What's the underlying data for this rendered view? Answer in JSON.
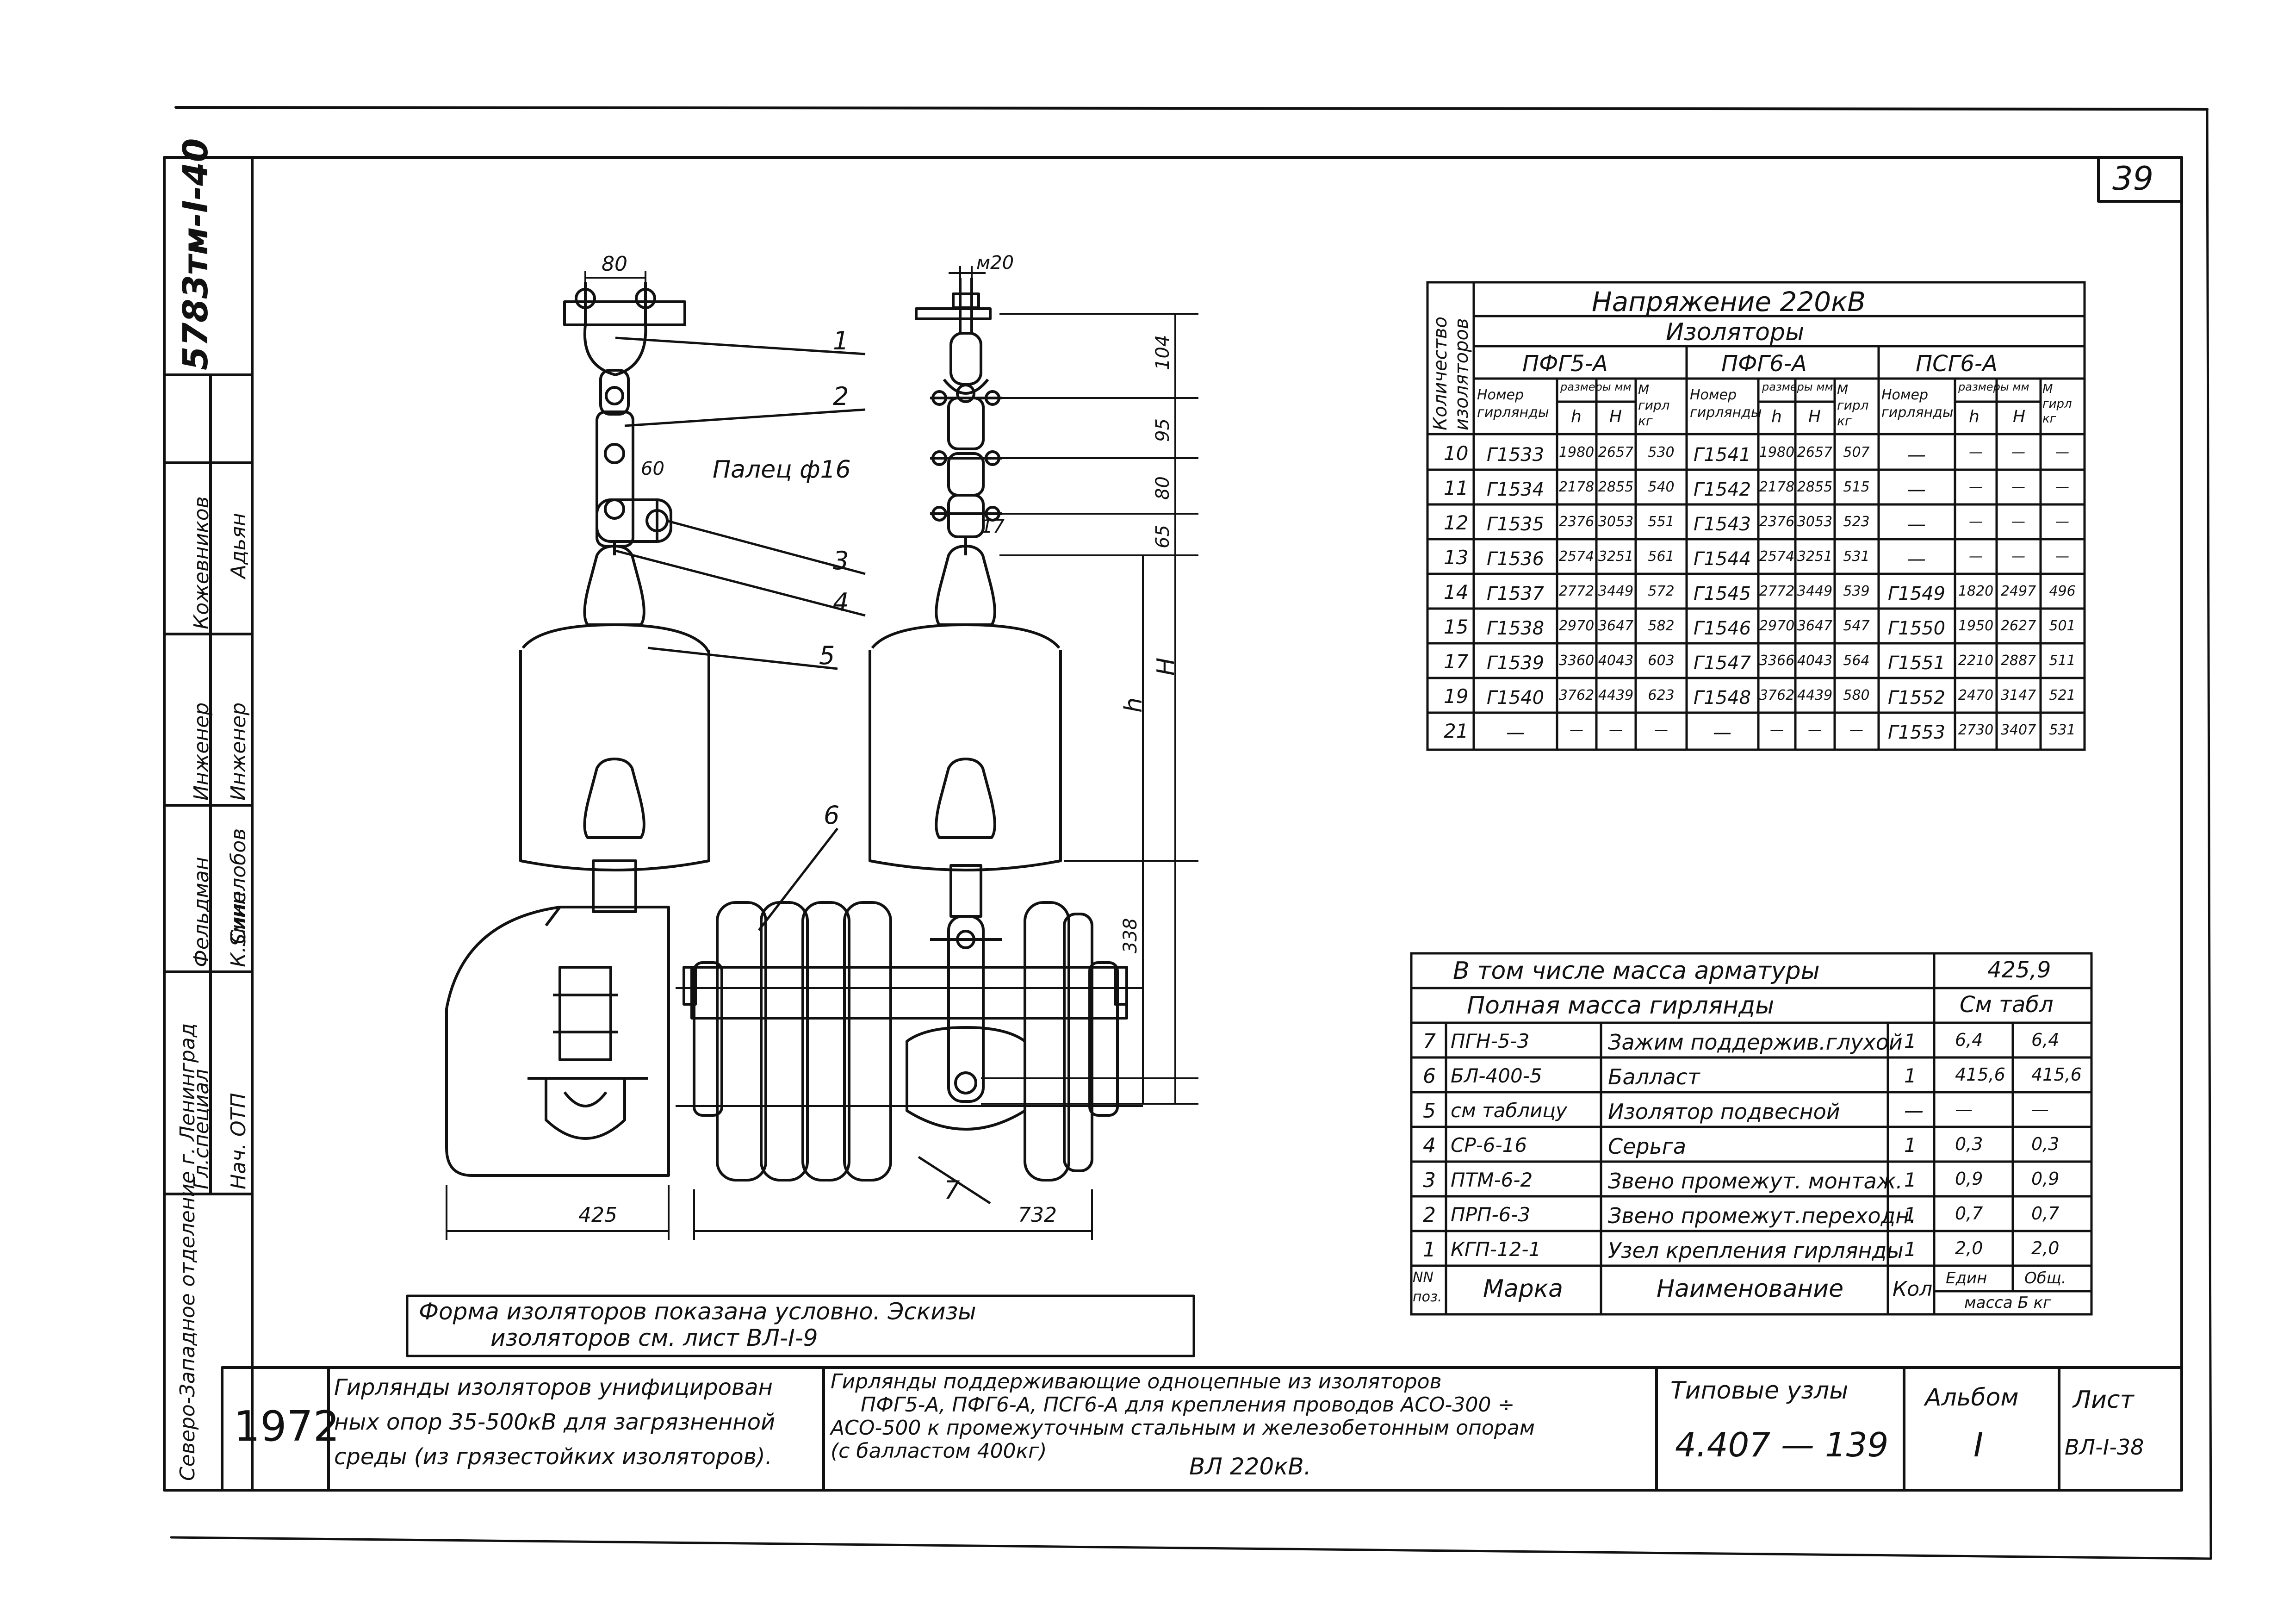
{
  "sheet_number": "39",
  "drawing_code": "5783тм-I-40",
  "signatures": {
    "roles": [
      "Гл.специал",
      "Нач. ОТП",
      "Инженер",
      "Инженер"
    ],
    "names": [
      "К.Sмин",
      "Фельдман",
      "Синелобов",
      "Кожевников",
      "Адьян"
    ],
    "organization": "Северо-Западное отделение г. Ленинград"
  },
  "drawing": {
    "positions": [
      "1",
      "2",
      "3",
      "4",
      "5",
      "6",
      "7"
    ],
    "finger_label": "Палец ф16",
    "dim_top_width": "80",
    "dim_60": "60",
    "dim_m20": "м20",
    "dim_17": "17",
    "dim_vertical": [
      "104",
      "95",
      "80",
      "65",
      "h",
      "H",
      "338"
    ],
    "dim_bottom_left": "425",
    "dim_bottom_right": "732"
  },
  "insulator_table": {
    "voltage": "Напряжение 220кВ",
    "section_title": "Изоляторы",
    "count_header": "Количество изоляторов",
    "types": [
      "ПФГ5-А",
      "ПФГ6-А",
      "ПСГ6-А"
    ],
    "sub_headers": {
      "number": "Номер гирлянды",
      "dims": "размеры мм",
      "h": "h",
      "H": "H",
      "mass": "М гирл кг"
    },
    "rows": [
      {
        "n": "10",
        "c": [
          "Г1533",
          "1980",
          "2657",
          "530",
          "Г1541",
          "1980",
          "2657",
          "507",
          "—",
          "—",
          "—",
          "—"
        ]
      },
      {
        "n": "11",
        "c": [
          "Г1534",
          "2178",
          "2855",
          "540",
          "Г1542",
          "2178",
          "2855",
          "515",
          "—",
          "—",
          "—",
          "—"
        ]
      },
      {
        "n": "12",
        "c": [
          "Г1535",
          "2376",
          "3053",
          "551",
          "Г1543",
          "2376",
          "3053",
          "523",
          "—",
          "—",
          "—",
          "—"
        ]
      },
      {
        "n": "13",
        "c": [
          "Г1536",
          "2574",
          "3251",
          "561",
          "Г1544",
          "2574",
          "3251",
          "531",
          "—",
          "—",
          "—",
          "—"
        ]
      },
      {
        "n": "14",
        "c": [
          "Г1537",
          "2772",
          "3449",
          "572",
          "Г1545",
          "2772",
          "3449",
          "539",
          "Г1549",
          "1820",
          "2497",
          "496"
        ]
      },
      {
        "n": "15",
        "c": [
          "Г1538",
          "2970",
          "3647",
          "582",
          "Г1546",
          "2970",
          "3647",
          "547",
          "Г1550",
          "1950",
          "2627",
          "501"
        ]
      },
      {
        "n": "17",
        "c": [
          "Г1539",
          "3360",
          "4043",
          "603",
          "Г1547",
          "3366",
          "4043",
          "564",
          "Г1551",
          "2210",
          "2887",
          "511"
        ]
      },
      {
        "n": "19",
        "c": [
          "Г1540",
          "3762",
          "4439",
          "623",
          "Г1548",
          "3762",
          "4439",
          "580",
          "Г1552",
          "2470",
          "3147",
          "521"
        ]
      },
      {
        "n": "21",
        "c": [
          "—",
          "—",
          "—",
          "—",
          "—",
          "—",
          "—",
          "—",
          "Г1553",
          "2730",
          "3407",
          "531"
        ]
      }
    ]
  },
  "parts_table": {
    "armature_mass_label": "В том числе масса арматуры",
    "armature_mass_value": "425,9",
    "full_mass_label": "Полная масса гирлянды",
    "full_mass_value": "См табл",
    "rows": [
      {
        "pos": "7",
        "mark": "ПГН-5-3",
        "name": "Зажим поддержив.глухой",
        "qty": "1",
        "unit": "6,4",
        "total": "6,4"
      },
      {
        "pos": "6",
        "mark": "БЛ-400-5",
        "name": "Балласт",
        "qty": "1",
        "unit": "415,6",
        "total": "415,6"
      },
      {
        "pos": "5",
        "mark": "см таблицу",
        "name": "Изолятор подвесной",
        "qty": "—",
        "unit": "—",
        "total": "—"
      },
      {
        "pos": "4",
        "mark": "СР-6-16",
        "name": "Серьга",
        "qty": "1",
        "unit": "0,3",
        "total": "0,3"
      },
      {
        "pos": "3",
        "mark": "ПТМ-6-2",
        "name": "Звено промежут. монтаж.",
        "qty": "1",
        "unit": "0,9",
        "total": "0,9"
      },
      {
        "pos": "2",
        "mark": "ПРП-6-3",
        "name": "Звено промежут.переходн.",
        "qty": "1",
        "unit": "0,7",
        "total": "0,7"
      },
      {
        "pos": "1",
        "mark": "КГП-12-1",
        "name": "Узел крепления гирлянды",
        "qty": "1",
        "unit": "2,0",
        "total": "2,0"
      }
    ],
    "footer": {
      "pos": "NN поз.",
      "mark": "Марка",
      "name": "Наименование",
      "qty": "Кол",
      "unit": "Един",
      "total": "Общ.",
      "mass": "масса Б кг"
    }
  },
  "note": {
    "line1": "Форма изоляторов показана условно. Эскизы",
    "line2": "изоляторов см. лист ВЛ-I-9"
  },
  "title_block": {
    "year": "1972",
    "series_line1": "Гирлянды изоляторов унифицирован",
    "series_line2": "ных опор 35-500кВ для загрязненной",
    "series_line3": "среды (из грязестойких изоляторов).",
    "desc_line1": "Гирлянды поддерживающие одноцепные из изоляторов",
    "desc_line2": "ПФГ5-А, ПФГ6-А, ПСГ6-А для крепления проводов АСО-300 ÷",
    "desc_line3": "АСО-500 к промежуточным стальным и железобетонным опорам",
    "desc_line4": "(с балластом 400кг)",
    "desc_line5": "ВЛ 220кВ.",
    "typical_label": "Типовые узлы",
    "typical_value": "4.407 — 139",
    "album_label": "Альбом",
    "album_value": "I",
    "sheet_label": "Лист",
    "sheet_value": "ВЛ-I-38"
  }
}
